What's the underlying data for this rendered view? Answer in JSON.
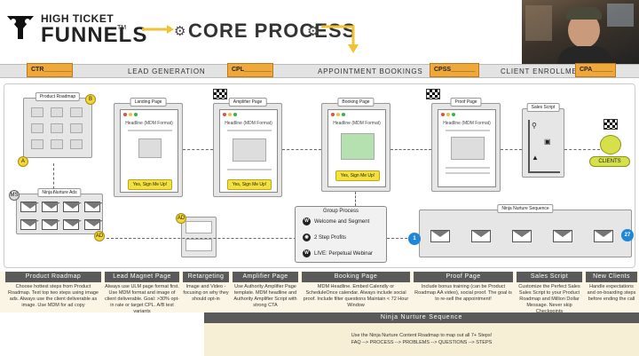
{
  "header": {
    "logo_top": "HIGH TICKET",
    "logo_big": "FUNNELS",
    "logo_tm": "TM",
    "title": "CORE PROCESS",
    "gear_glyph": "⚙"
  },
  "bands": {
    "lead": "LEAD GENERATION",
    "appointment": "APPOINTMENT BOOKINGS",
    "client": "CLIENT ENROLLMENT"
  },
  "stage_tags": {
    "ctr": "CTR________",
    "cpl": "CPL________",
    "cpss": "CPSS_______",
    "cpa": "CPA______"
  },
  "panels": {
    "product_roadmap": "Product Roadmap",
    "landing_page": "Landing Page",
    "amplifier_page": "Amplifier Page",
    "booking_page": "Booking Page",
    "proof_page": "Proof Page",
    "sales_script": "Sales Script",
    "ninja_ads": "Ninja Nurture Ads",
    "ninja_sequence": "Ninja Nurture Sequence"
  },
  "browser": {
    "headline": "Headline (MDM Format)",
    "cta": "Yes, Sign Me Up!"
  },
  "badges": {
    "a": "A",
    "b": "B",
    "ms": "MS",
    "ad": "AD",
    "clients": "CLIENTS",
    "seq_start": "1",
    "seq_end": "27"
  },
  "group": {
    "title": "Group Process",
    "items": [
      "Welcome and Segment",
      "2 Step Profits",
      "LIVE: Perpetual Webinar"
    ]
  },
  "bottom": {
    "tabs": [
      "Product Roadmap",
      "Lead Magnet Page",
      "Retargeting",
      "Amplifier Page",
      "Booking Page",
      "Proof Page",
      "Sales Script",
      "New Clients"
    ],
    "descriptions": [
      "Choose hottest steps from Product Roadmap. Test top two steps using image ads. Always use the client deliverable as image. Use MDM for ad copy",
      "Always use ULM page format first. Use MDM format and image of client deliverable. Goal: >30% opt-in rate or target CPL. A/B test variants",
      "Image and Video - focusing on why they should opt-in",
      "Use Authority Amplifier Page template. MDM headline and Authority Amplifier Script with strong CTA",
      "MDM Headline. Embed Calendly or ScheduleOnce calendar. Always include social proof. Include filter questions Maintain < 72 Hour Window",
      "Include bonus training (can be Product Roadmap AA video), social proof. The goal is to re-sell the appointment!",
      "Customize the Perfect Sales Sales Script to your Product Roadmap and Million Dollar Message. Never skip Checkpoints",
      "Handle expectations and on-boarding steps before ending the call"
    ],
    "nn_title": "Ninja Nurture Sequence",
    "nn_line1": "Use the Ninja Nurture Content Roadmap to map out all 7+ Steps!",
    "nn_line2": "FAQ --> PROCESS --> PROBLEMS --> QUESTIONS --> STEPS"
  },
  "colors": {
    "tag": "#f1a83a",
    "cta": "#f5e13b",
    "clients": "#d6e04a",
    "blue": "#1f88d6",
    "arrow": "#f1c232"
  }
}
